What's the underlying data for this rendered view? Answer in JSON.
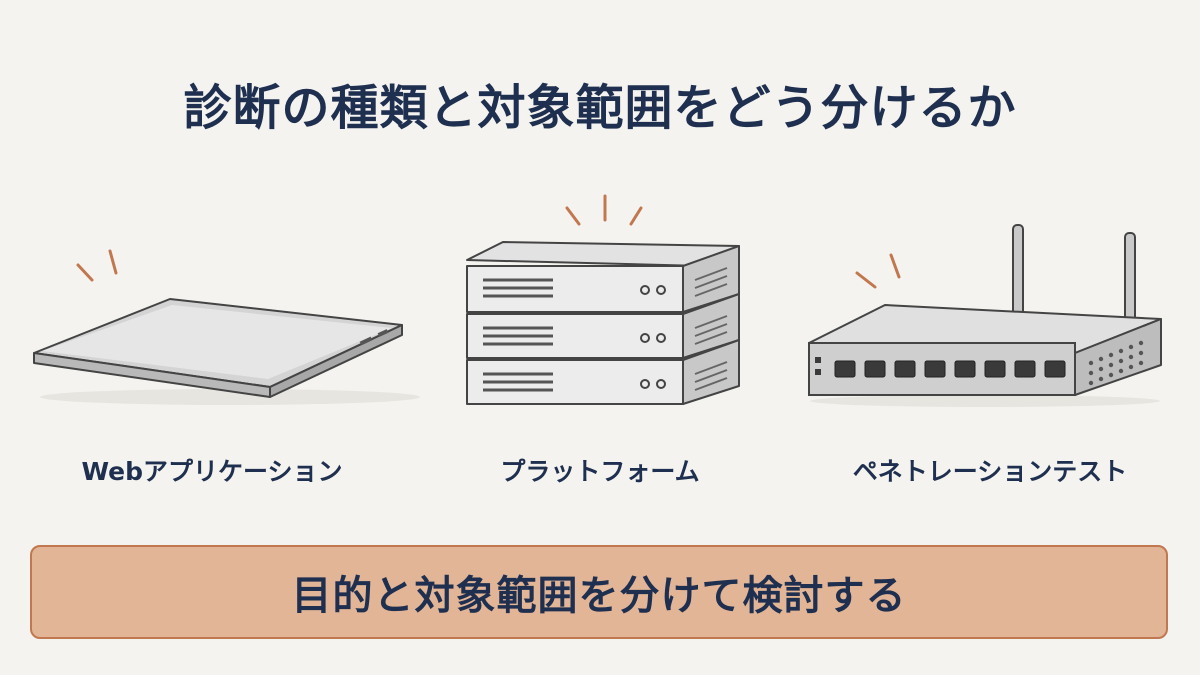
{
  "title": "診断の種類と対象範囲をどう分けるか",
  "items": [
    {
      "label": "Webアプリケーション",
      "icon": "laptop-icon"
    },
    {
      "label": "プラットフォーム",
      "icon": "server-stack-icon"
    },
    {
      "label": "ペネトレーションテスト",
      "icon": "router-icon"
    }
  ],
  "banner": {
    "text": "目的と対象範囲を分けて検討する"
  },
  "colors": {
    "text": "#1f2f4f",
    "background": "#f4f3ef",
    "banner_fill": "#e2b596",
    "banner_border": "#c1784f",
    "accent_marks": "#c1784f"
  }
}
